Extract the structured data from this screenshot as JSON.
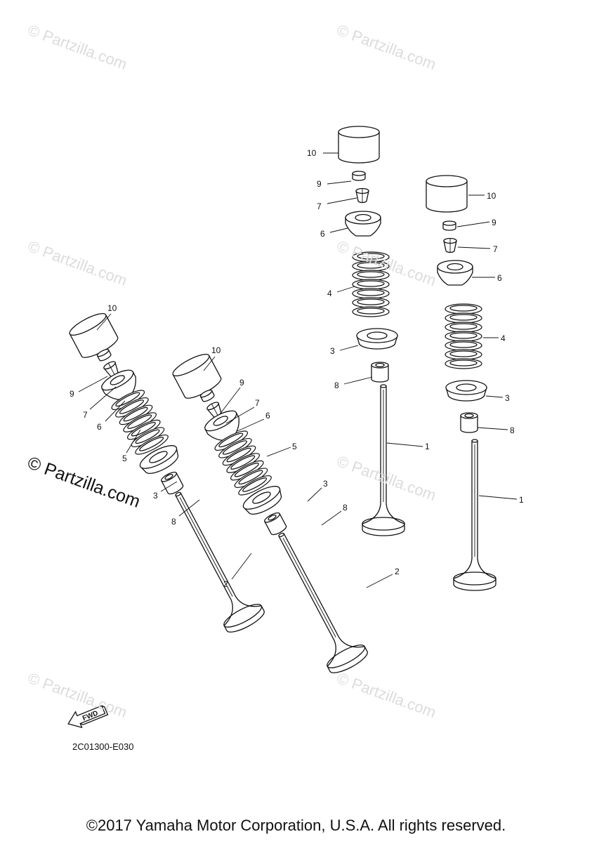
{
  "diagram": {
    "code": "2C01300-E030",
    "fwd_label": "FWD",
    "copyright": "©2017 Yamaha Motor Corporation, U.S.A. All rights reserved.",
    "watermark": "© Partzilla.com",
    "callouts": {
      "valve": "1",
      "valve_exhaust": "2",
      "spring_seat": "3",
      "spring_inner": "4",
      "spring_outer": "5",
      "retainer": "6",
      "cotter": "7",
      "stem_seal": "8",
      "pad": "9",
      "lifter": "10"
    }
  }
}
